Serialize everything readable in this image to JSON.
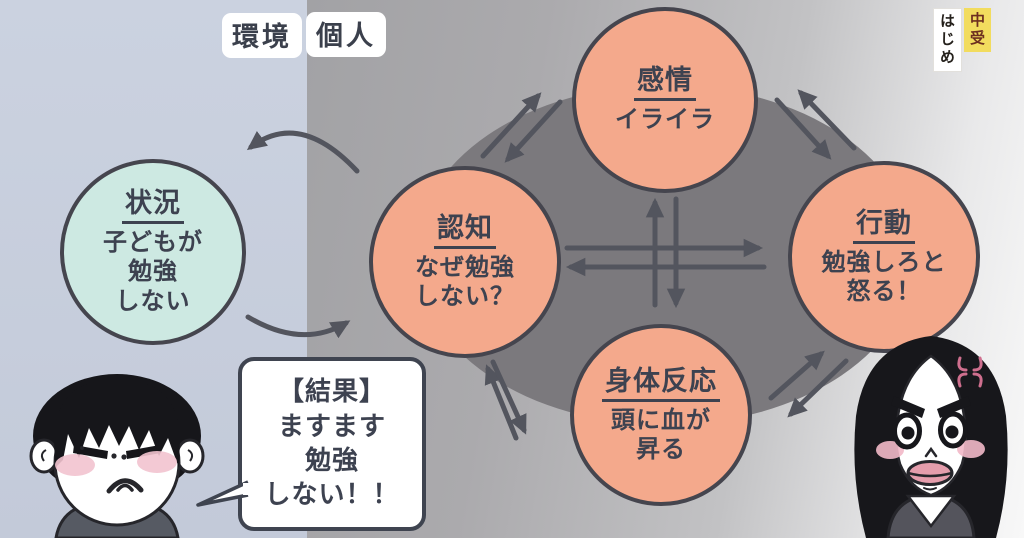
{
  "region_labels": {
    "environment": "環境",
    "individual": "個人"
  },
  "logo": {
    "main": "はじめ",
    "badge": "中受"
  },
  "nodes": {
    "emotion": {
      "title": "感情",
      "line1": "イライラ"
    },
    "situation": {
      "title": "状況",
      "line1": "子どもが",
      "line2": "勉強",
      "line3": "しない"
    },
    "cognition": {
      "title": "認知",
      "line1": "なぜ勉強",
      "line2": "しない？"
    },
    "behavior": {
      "title": "行動",
      "line1": "勉強しろと",
      "line2": "怒る！"
    },
    "body_reaction": {
      "title": "身体反応",
      "line1": "頭に血が",
      "line2": "昇る"
    }
  },
  "speech_bubble": {
    "line1": "【結果】",
    "line2": "ますます",
    "line3": "勉強",
    "line4": "しない！！"
  },
  "characters": {
    "boy": "frowning-boy",
    "mother": "angry-mother"
  },
  "colors": {
    "node_salmon": "#f4a98c",
    "node_mint": "#cde9e2",
    "environment_bg": "#c6cdda",
    "individual_blob": "#7b797d",
    "arrow": "#53555e",
    "logo_badge_yellow": "#f2dc5e",
    "anger_mark_pink": "#cf6f8e"
  }
}
